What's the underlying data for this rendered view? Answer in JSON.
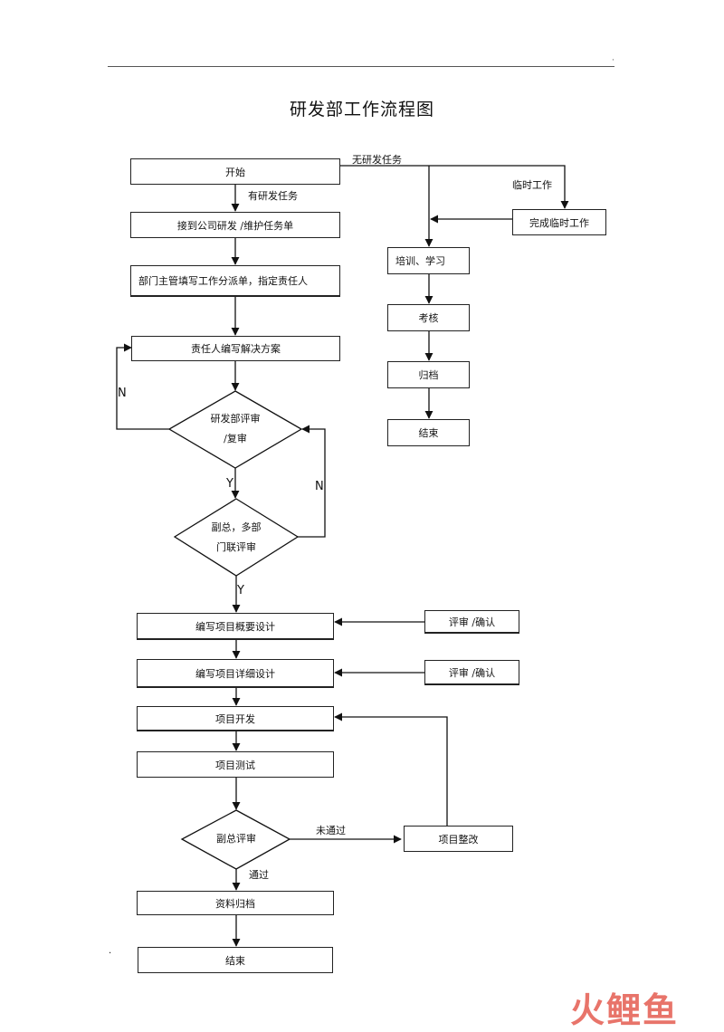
{
  "title": "研发部工作流程图",
  "header_mark": "·",
  "footer_mark": "·",
  "nodes": {
    "start": "开始",
    "receive": "接到公司研发 /维护任务单",
    "assign": "部门主管填写工作分派单，指定责任人",
    "solution": "责任人编写解决方案",
    "review1": "研发部评审\n/复审",
    "review2": "副总，多部\n门联评审",
    "outline": "编写项目概要设计",
    "detail": "编写项目详细设计",
    "confirm1": "评审 /确认",
    "confirm2": "评审 /确认",
    "develop": "项目开发",
    "test": "项目测试",
    "review3": "副总评审",
    "rectify": "项目整改",
    "archive_main": "资料归档",
    "end_main": "结束",
    "training": "培训、学习",
    "assess": "考核",
    "archive_side": "归档",
    "end_side": "结束",
    "temp_done": "完成临时工作"
  },
  "labels": {
    "no_task": "无研发任务",
    "has_task": "有研发任务",
    "temp_work": "临时工作",
    "fail": "未通过",
    "pass": "通过",
    "n1": "N",
    "n2": "N",
    "y1": "Y",
    "y2": "Y"
  },
  "logo": "火鲤鱼"
}
